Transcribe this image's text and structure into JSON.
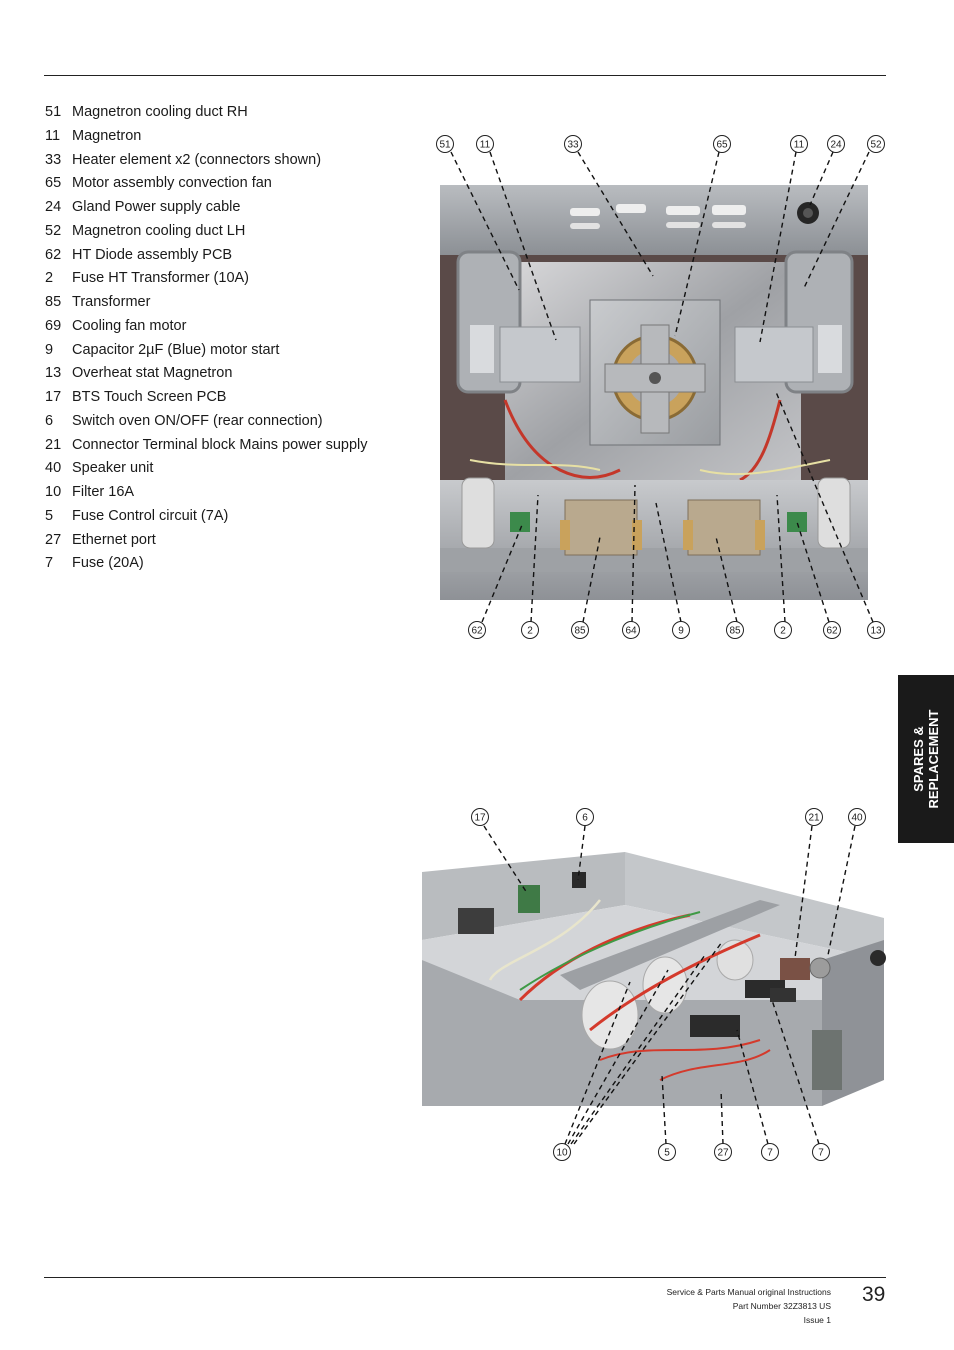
{
  "parts": [
    {
      "num": "51",
      "label": "Magnetron cooling duct RH"
    },
    {
      "num": "11",
      "label": "Magnetron"
    },
    {
      "num": "33",
      "label": "Heater element x2 (connectors shown)"
    },
    {
      "num": "65",
      "label": "Motor assembly convection fan"
    },
    {
      "num": "24",
      "label": "Gland Power supply cable"
    },
    {
      "num": "52",
      "label": "Magnetron cooling duct LH"
    },
    {
      "num": "62",
      "label": "HT Diode assembly PCB"
    },
    {
      "num": "2",
      "label": "Fuse HT Transformer (10A)"
    },
    {
      "num": "85",
      "label": "Transformer"
    },
    {
      "num": "69",
      "label": "Cooling fan motor"
    },
    {
      "num": "9",
      "label": "Capacitor 2µF (Blue) motor start"
    },
    {
      "num": "13",
      "label": "Overheat stat Magnetron"
    },
    {
      "num": "17",
      "label": "BTS Touch Screen PCB"
    },
    {
      "num": "6",
      "label": "Switch oven ON/OFF (rear connection)"
    },
    {
      "num": "21",
      "label": "Connector Terminal block Mains power supply"
    },
    {
      "num": "40",
      "label": "Speaker unit"
    },
    {
      "num": "10",
      "label": "Filter 16A"
    },
    {
      "num": "5",
      "label": "Fuse Control circuit (7A)"
    },
    {
      "num": "27",
      "label": "Ethernet port"
    },
    {
      "num": "7",
      "label": "Fuse (20A)"
    }
  ],
  "top_callouts": {
    "upper": [
      "51",
      "11",
      "33",
      "65",
      "11",
      "24",
      "52"
    ],
    "lower": [
      "62",
      "2",
      "85",
      "64",
      "9",
      "85",
      "2",
      "62",
      "13"
    ]
  },
  "bottom_callouts": {
    "upper": [
      "17",
      "6",
      "21",
      "40"
    ],
    "lower": [
      "10",
      "5",
      "27",
      "7",
      "7"
    ]
  },
  "side_tab": {
    "line1": "SPARES &",
    "line2": "REPLACEMENT"
  },
  "footer": {
    "line1": "Service & Parts Manual original Instructions",
    "line2": "Part Number 32Z3813 US",
    "line3": "Issue 1",
    "page_number": "39"
  }
}
